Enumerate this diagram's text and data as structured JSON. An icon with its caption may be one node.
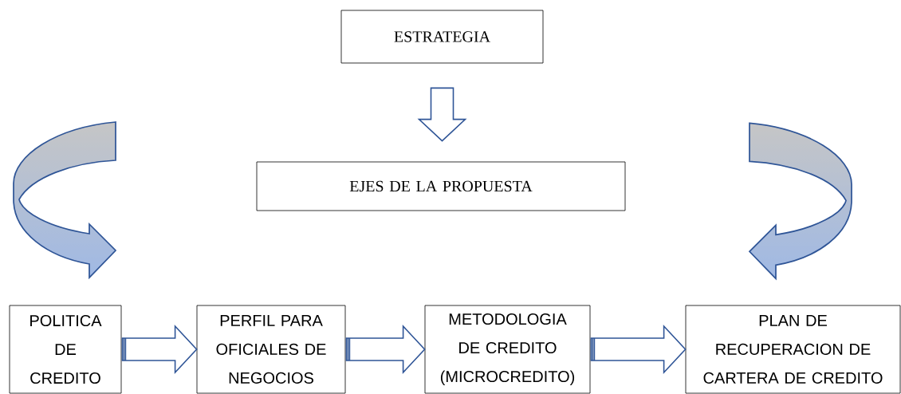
{
  "diagram": {
    "nodes": [
      {
        "text": [
          "ESTRATEGIA"
        ]
      },
      {
        "text": [
          "EJES DE LA PROPUESTA"
        ]
      },
      {
        "text": [
          "POLITICA DE CREDITO"
        ]
      },
      {
        "text": [
          "PERFIL PARA OFICIALES DE NEGOCIOS"
        ]
      },
      {
        "text": [
          "METODOLOGIA DE CREDITO (MICROCREDITO)"
        ]
      },
      {
        "text": [
          "PLAN DE RECUPERACION DE CARTERA DE CREDITO"
        ]
      }
    ],
    "edges": [
      {
        "from": 0,
        "to": 1,
        "arrow": "to"
      },
      {
        "from": 2,
        "to": 3,
        "arrow": "to"
      },
      {
        "from": 3,
        "to": 4,
        "arrow": "to"
      },
      {
        "from": 4,
        "to": 5,
        "arrow": "to"
      }
    ]
  }
}
